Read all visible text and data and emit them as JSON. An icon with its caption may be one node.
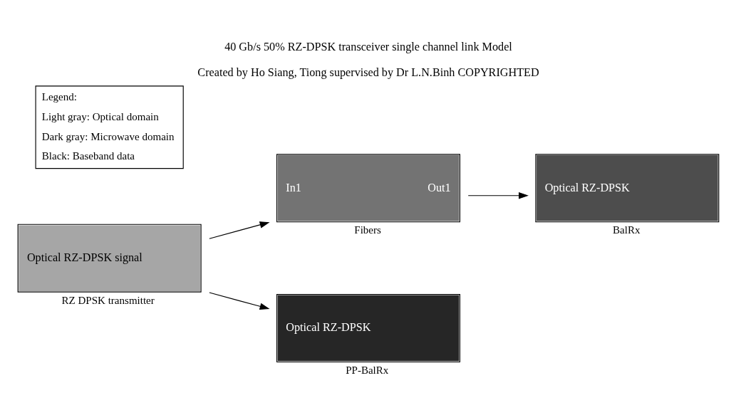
{
  "diagram": {
    "title": "40 Gb/s 50% RZ-DPSK transceiver single channel link Model",
    "caption": "Created by Ho Siang, Tiong supervised by Dr L.N.Binh COPYRIGHTED",
    "nodes": [
      {
        "text": [
          "Optical RZ-DPSK signal"
        ],
        "beside": [
          "RZ DPSK transmitter"
        ]
      },
      {
        "text": [
          "In1",
          "Out1"
        ],
        "beside": [
          "Fibers"
        ]
      },
      {
        "text": [
          "Optical RZ-DPSK"
        ],
        "beside": [
          "BalRx"
        ]
      },
      {
        "text": [
          "Optical RZ-DPSK"
        ],
        "beside": [
          "PP-BalRx"
        ]
      }
    ],
    "edges": [
      {
        "from": 0,
        "to": 1,
        "arrow": "to"
      },
      {
        "from": 1,
        "to": 2,
        "arrow": "to"
      },
      {
        "from": 0,
        "to": 3,
        "arrow": "to"
      }
    ],
    "labels": [
      "Legend:",
      "Light gray: Optical domain",
      "Dark gray: Microwave domain",
      "Black: Baseband data"
    ]
  }
}
